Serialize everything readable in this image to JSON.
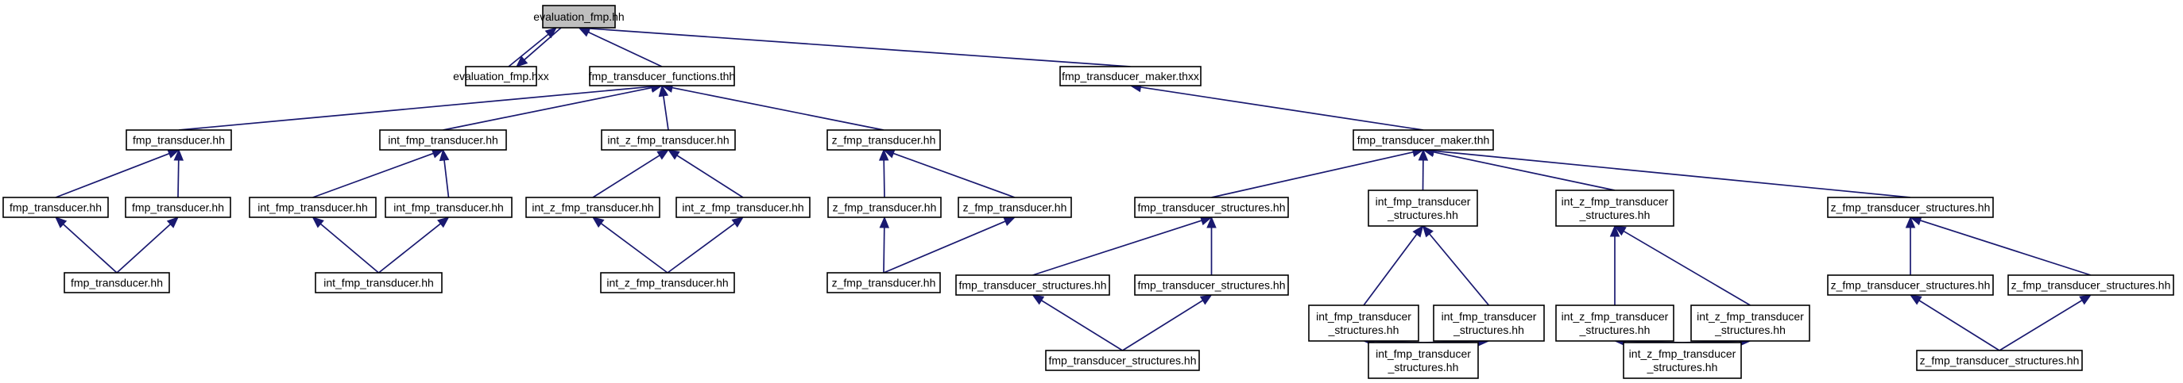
{
  "diagram": {
    "type": "include-dependency-graph",
    "colors": {
      "edge": "#191970",
      "root_fill": "#bfbfbf",
      "node_fill": "#ffffff",
      "node_border": "#000000"
    },
    "nodes": [
      {
        "id": "n0",
        "lines": [
          "evaluation_fmp.hh"
        ],
        "root": true
      },
      {
        "id": "n1",
        "lines": [
          "evaluation_fmp.hxx"
        ]
      },
      {
        "id": "n2",
        "lines": [
          "fmp_transducer_functions.thh"
        ]
      },
      {
        "id": "n3",
        "lines": [
          "fmp_transducer_maker.thxx"
        ]
      },
      {
        "id": "n4",
        "lines": [
          "fmp_transducer.hh"
        ]
      },
      {
        "id": "n5",
        "lines": [
          "int_fmp_transducer.hh"
        ]
      },
      {
        "id": "n6",
        "lines": [
          "int_z_fmp_transducer.hh"
        ]
      },
      {
        "id": "n7",
        "lines": [
          "z_fmp_transducer.hh"
        ]
      },
      {
        "id": "n8",
        "lines": [
          "fmp_transducer_maker.thh"
        ]
      },
      {
        "id": "n9",
        "lines": [
          "fmp_transducer.hh"
        ]
      },
      {
        "id": "n10",
        "lines": [
          "fmp_transducer.hh"
        ]
      },
      {
        "id": "n11",
        "lines": [
          "int_fmp_transducer.hh"
        ]
      },
      {
        "id": "n12",
        "lines": [
          "int_fmp_transducer.hh"
        ]
      },
      {
        "id": "n13",
        "lines": [
          "int_z_fmp_transducer.hh"
        ]
      },
      {
        "id": "n14",
        "lines": [
          "int_z_fmp_transducer.hh"
        ]
      },
      {
        "id": "n15",
        "lines": [
          "z_fmp_transducer.hh"
        ]
      },
      {
        "id": "n16",
        "lines": [
          "z_fmp_transducer.hh"
        ]
      },
      {
        "id": "n17",
        "lines": [
          "fmp_transducer_structures.hh"
        ]
      },
      {
        "id": "n18",
        "lines": [
          "int_fmp_transducer",
          "_structures.hh"
        ]
      },
      {
        "id": "n19",
        "lines": [
          "int_z_fmp_transducer",
          "_structures.hh"
        ]
      },
      {
        "id": "n20",
        "lines": [
          "z_fmp_transducer_structures.hh"
        ]
      },
      {
        "id": "n21",
        "lines": [
          "fmp_transducer.hh"
        ]
      },
      {
        "id": "n22",
        "lines": [
          "int_fmp_transducer.hh"
        ]
      },
      {
        "id": "n23",
        "lines": [
          "int_z_fmp_transducer.hh"
        ]
      },
      {
        "id": "n24",
        "lines": [
          "z_fmp_transducer.hh"
        ]
      },
      {
        "id": "n25",
        "lines": [
          "fmp_transducer_structures.hh"
        ]
      },
      {
        "id": "n26",
        "lines": [
          "fmp_transducer_structures.hh"
        ]
      },
      {
        "id": "n27",
        "lines": [
          "int_fmp_transducer",
          "_structures.hh"
        ]
      },
      {
        "id": "n28",
        "lines": [
          "int_fmp_transducer",
          "_structures.hh"
        ]
      },
      {
        "id": "n29",
        "lines": [
          "int_z_fmp_transducer",
          "_structures.hh"
        ]
      },
      {
        "id": "n30",
        "lines": [
          "int_z_fmp_transducer",
          "_structures.hh"
        ]
      },
      {
        "id": "n31",
        "lines": [
          "z_fmp_transducer_structures.hh"
        ]
      },
      {
        "id": "n32",
        "lines": [
          "z_fmp_transducer_structures.hh"
        ]
      },
      {
        "id": "n33",
        "lines": [
          "fmp_transducer_structures.hh"
        ]
      },
      {
        "id": "n34",
        "lines": [
          "int_fmp_transducer",
          "_structures.hh"
        ]
      },
      {
        "id": "n35",
        "lines": [
          "int_z_fmp_transducer",
          "_structures.hh"
        ]
      },
      {
        "id": "n36",
        "lines": [
          "z_fmp_transducer_structures.hh"
        ]
      }
    ],
    "edges": [
      {
        "from": "n1",
        "to": "n0"
      },
      {
        "from": "n0",
        "to": "n1"
      },
      {
        "from": "n2",
        "to": "n0"
      },
      {
        "from": "n3",
        "to": "n0"
      },
      {
        "from": "n4",
        "to": "n2"
      },
      {
        "from": "n5",
        "to": "n2"
      },
      {
        "from": "n6",
        "to": "n2"
      },
      {
        "from": "n7",
        "to": "n2"
      },
      {
        "from": "n8",
        "to": "n3"
      },
      {
        "from": "n9",
        "to": "n4"
      },
      {
        "from": "n10",
        "to": "n4"
      },
      {
        "from": "n11",
        "to": "n5"
      },
      {
        "from": "n12",
        "to": "n5"
      },
      {
        "from": "n13",
        "to": "n6"
      },
      {
        "from": "n14",
        "to": "n6"
      },
      {
        "from": "n15",
        "to": "n7"
      },
      {
        "from": "n16",
        "to": "n7"
      },
      {
        "from": "n17",
        "to": "n8"
      },
      {
        "from": "n18",
        "to": "n8"
      },
      {
        "from": "n19",
        "to": "n8"
      },
      {
        "from": "n20",
        "to": "n8"
      },
      {
        "from": "n21",
        "to": "n9"
      },
      {
        "from": "n21",
        "to": "n10"
      },
      {
        "from": "n22",
        "to": "n11"
      },
      {
        "from": "n22",
        "to": "n12"
      },
      {
        "from": "n23",
        "to": "n13"
      },
      {
        "from": "n23",
        "to": "n14"
      },
      {
        "from": "n24",
        "to": "n15"
      },
      {
        "from": "n24",
        "to": "n16"
      },
      {
        "from": "n25",
        "to": "n17"
      },
      {
        "from": "n26",
        "to": "n17"
      },
      {
        "from": "n27",
        "to": "n18"
      },
      {
        "from": "n28",
        "to": "n18"
      },
      {
        "from": "n29",
        "to": "n19"
      },
      {
        "from": "n30",
        "to": "n19"
      },
      {
        "from": "n31",
        "to": "n20"
      },
      {
        "from": "n32",
        "to": "n20"
      },
      {
        "from": "n33",
        "to": "n25"
      },
      {
        "from": "n33",
        "to": "n26"
      },
      {
        "from": "n34",
        "to": "n27"
      },
      {
        "from": "n34",
        "to": "n28"
      },
      {
        "from": "n35",
        "to": "n29"
      },
      {
        "from": "n35",
        "to": "n30"
      },
      {
        "from": "n36",
        "to": "n31"
      },
      {
        "from": "n36",
        "to": "n32"
      }
    ]
  }
}
